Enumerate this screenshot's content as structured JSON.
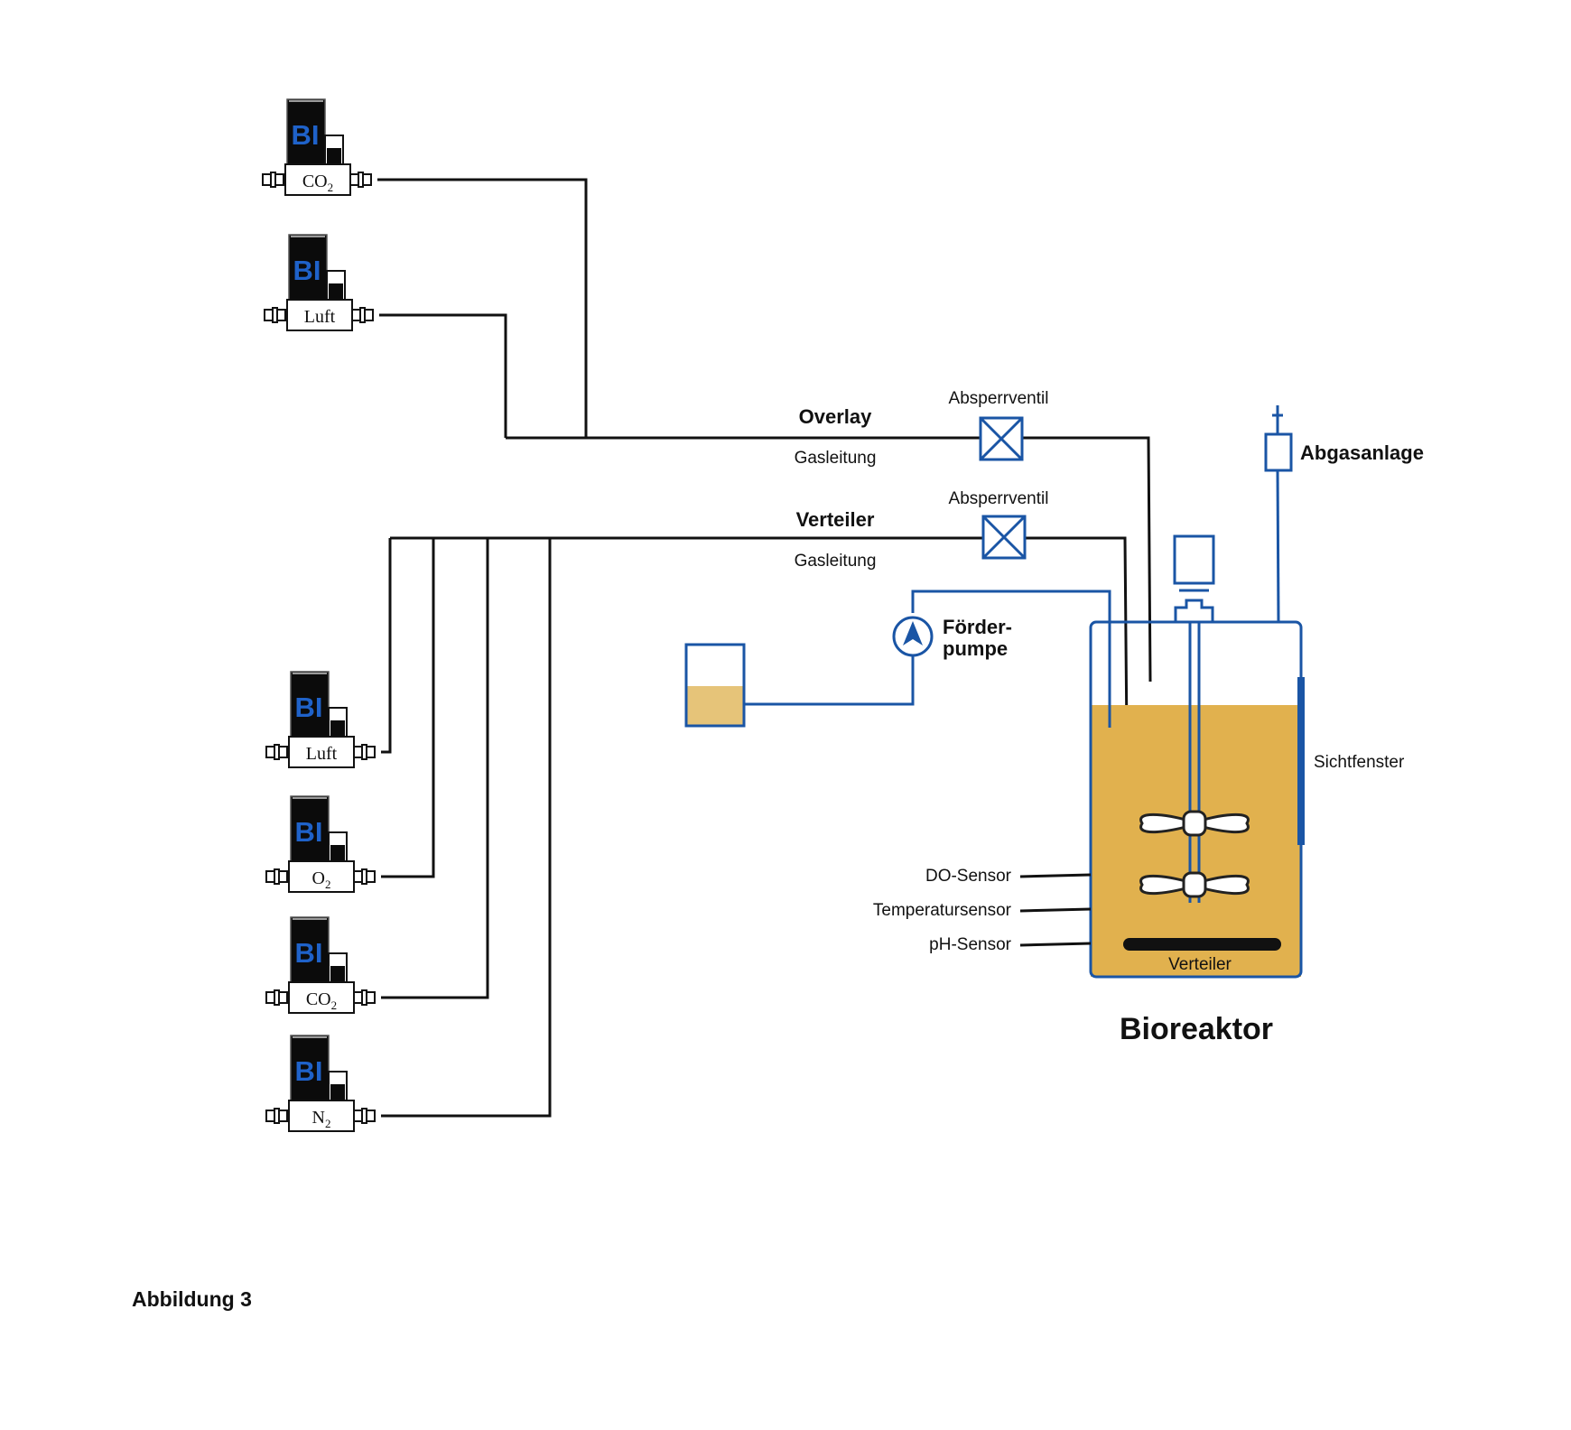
{
  "figure_caption": "Abbildung 3",
  "mass_flow_controllers": {
    "brand_text": "BI",
    "overlay_group": [
      {
        "gas": "CO",
        "subscript": "2"
      },
      {
        "gas": "Luft",
        "subscript": ""
      }
    ],
    "sparger_group": [
      {
        "gas": "Luft",
        "subscript": ""
      },
      {
        "gas": "O",
        "subscript": "2"
      },
      {
        "gas": "CO",
        "subscript": "2"
      },
      {
        "gas": "N",
        "subscript": "2"
      }
    ]
  },
  "overlay_line": {
    "title": "Overlay",
    "subtitle": "Gasleitung",
    "valve_label": "Absperrventil"
  },
  "sparger_line": {
    "title": "Verteiler",
    "subtitle": "Gasleitung",
    "valve_label": "Absperrventil"
  },
  "pump": {
    "label_line1": "Förder-",
    "label_line2": "pumpe"
  },
  "exhaust": {
    "label": "Abgasanlage"
  },
  "bioreactor": {
    "title": "Bioreaktor",
    "sight_glass_label": "Sichtfenster",
    "sparger_label": "Verteiler",
    "sensors": [
      "DO-Sensor",
      "Temperatursensor",
      "pH-Sensor"
    ]
  },
  "colors": {
    "line_black": "#111111",
    "process_blue": "#1a55a5",
    "brand_blue": "#1f62c9",
    "medium_fill": "#e1b14e",
    "feed_fill": "#e6c479",
    "mfc_body": "#0b0b0b"
  }
}
